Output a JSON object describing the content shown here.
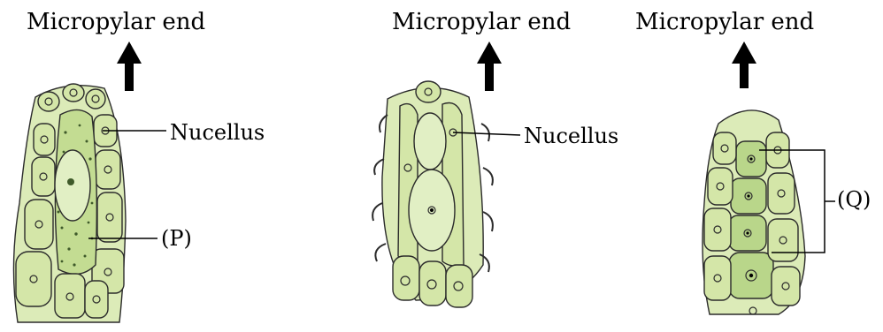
{
  "panels": [
    {
      "heading": "Micropylar end",
      "label": "Nucellus",
      "label2": "(P)"
    },
    {
      "heading": "Micropylar end",
      "label": "Nucellus"
    },
    {
      "heading": "Micropylar end",
      "label": "(Q)"
    }
  ],
  "colors": {
    "cell_fill": "#dcebb8",
    "cell_fill_dark": "#b9d68a",
    "outline": "#2b2b2b",
    "speckle": "#3f5a2a"
  }
}
